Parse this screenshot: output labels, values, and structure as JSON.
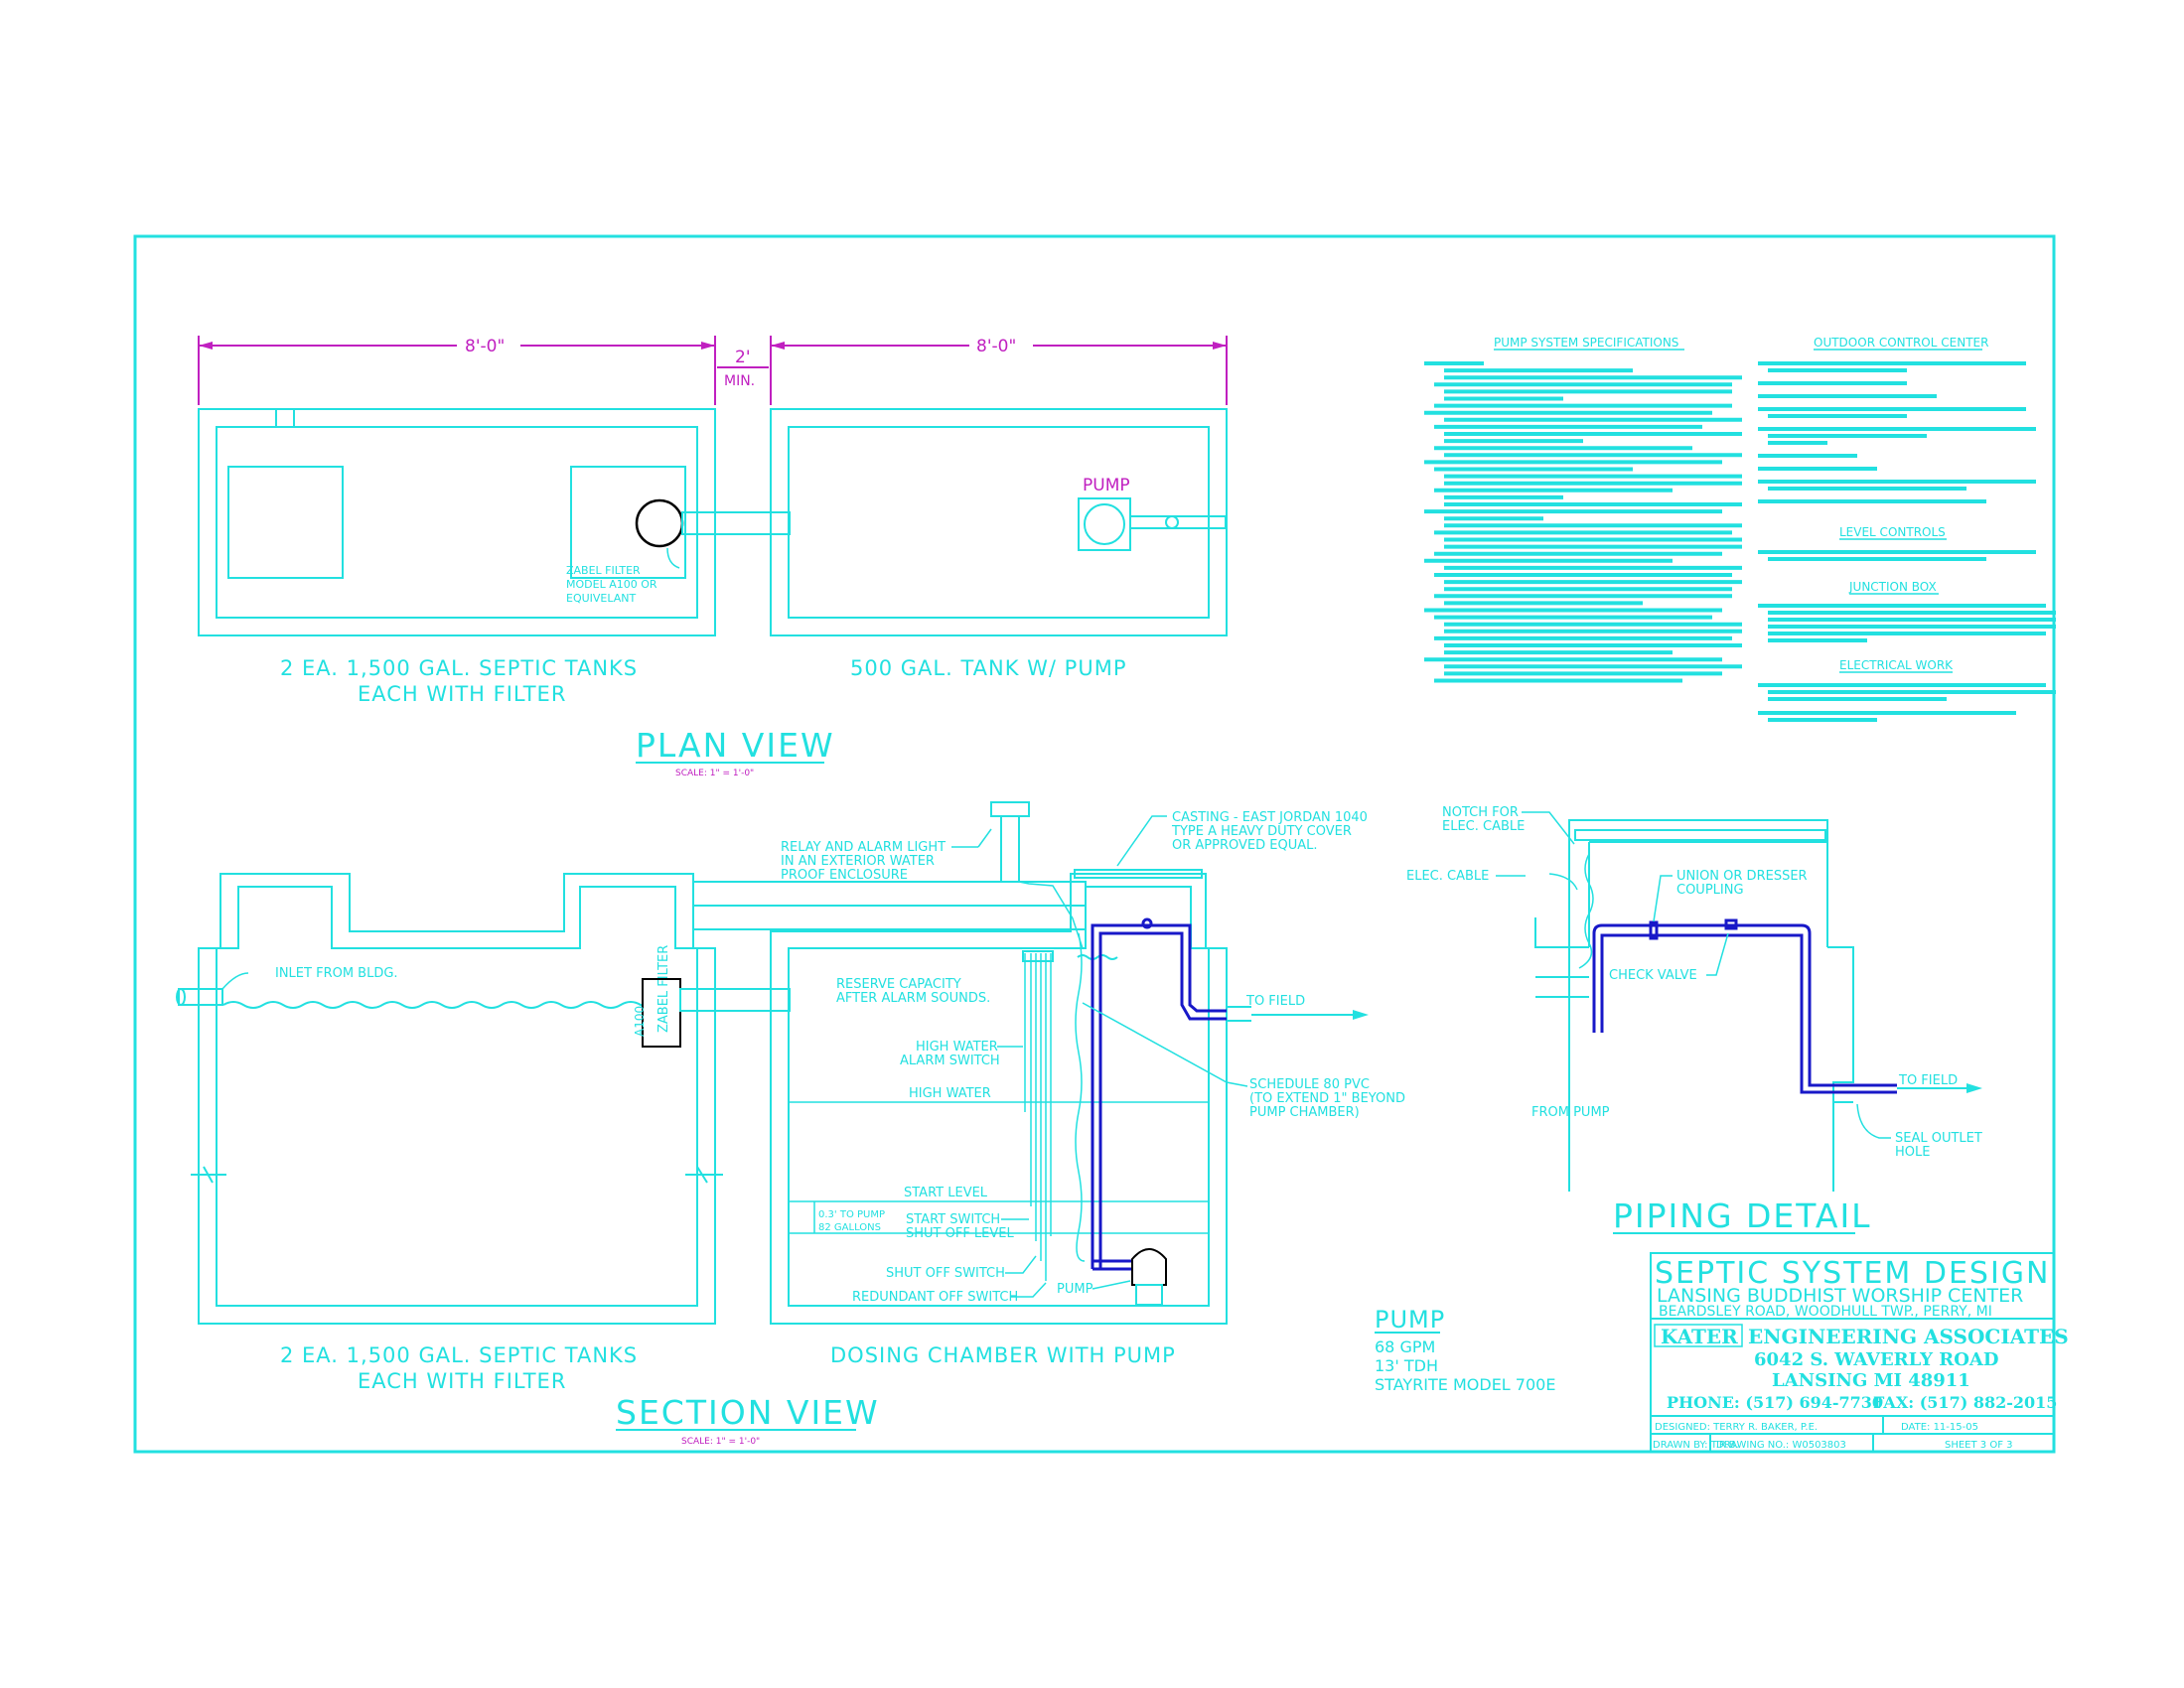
{
  "plan": {
    "dim_left": "8'-0\"",
    "dim_mid_top": "2'",
    "dim_mid_bottom": "MIN.",
    "dim_right": "8'-0\"",
    "pump_label": "PUMP",
    "filter_note": [
      "ZABEL FILTER",
      "MODEL A100 OR",
      "EQUIVELANT"
    ],
    "caption_left": [
      "2 EA. 1,500 GAL. SEPTIC TANKS",
      "EACH WITH FILTER"
    ],
    "caption_right": "500 GAL. TANK W/ PUMP",
    "title": "PLAN  VIEW",
    "scale": "SCALE:   1\" = 1'-0\""
  },
  "section": {
    "relay_note": [
      "RELAY AND ALARM LIGHT",
      "IN AN EXTERIOR WATER",
      "PROOF ENCLOSURE"
    ],
    "casting_note": [
      "CASTING - EAST JORDAN 1040",
      "TYPE A HEAVY DUTY COVER",
      "OR APPROVED EQUAL."
    ],
    "inlet": "INLET FROM BLDG.",
    "filter_vertical": "ZABEL FILTER",
    "filter_model": "A100",
    "reserve": [
      "RESERVE CAPACITY",
      "AFTER ALARM SOUNDS."
    ],
    "to_field": "TO FIELD",
    "high_water_switch": [
      "HIGH WATER",
      "ALARM SWITCH"
    ],
    "high_water": "HIGH WATER",
    "schedule_note": [
      "SCHEDULE 80 PVC",
      "(TO EXTEND 1\" BEYOND",
      "PUMP CHAMBER)"
    ],
    "start_level": "START LEVEL",
    "dose_note": [
      "0.3' TO PUMP",
      "82 GALLONS"
    ],
    "start_switch": [
      "START SWITCH",
      "SHUT OFF LEVEL"
    ],
    "shut_off_switch": "SHUT OFF SWITCH",
    "redundant_switch": "REDUNDANT OFF SWITCH",
    "pump": "PUMP",
    "caption_left": [
      "2 EA. 1,500 GAL. SEPTIC TANKS",
      "EACH WITH FILTER"
    ],
    "caption_right": "DOSING CHAMBER WITH PUMP",
    "title": "SECTION  VIEW",
    "scale": "SCALE:   1\" = 1'-0\""
  },
  "pump_spec": {
    "title": "PUMP",
    "lines": [
      "68 GPM",
      "13' TDH",
      "STAYRITE MODEL 700E"
    ]
  },
  "specifications": {
    "headings": [
      "PUMP SYSTEM SPECIFICATIONS",
      "OUTDOOR CONTROL CENTER",
      "LEVEL CONTROLS",
      "JUNCTION BOX",
      "ELECTRICAL WORK"
    ]
  },
  "piping": {
    "notch": [
      "NOTCH FOR",
      "ELEC. CABLE"
    ],
    "elec_cable": "ELEC. CABLE",
    "union": [
      "UNION OR DRESSER",
      "COUPLING"
    ],
    "check_valve": "CHECK VALVE",
    "to_field": "TO FIELD",
    "from_pump": "FROM PUMP",
    "seal": [
      "SEAL OUTLET",
      "HOLE"
    ],
    "title": "PIPING  DETAIL"
  },
  "title_block": {
    "title": "SEPTIC  SYSTEM  DESIGN",
    "project": "LANSING BUDDHIST WORSHIP CENTER",
    "location": "BEARDSLEY ROAD, WOODHULL TWP., PERRY, MI",
    "firm_logo": "KATER",
    "firm_rest": "ENGINEERING ASSOCIATES",
    "address": "6042 S. WAVERLY ROAD",
    "city": "LANSING MI 48911",
    "phone": "PHONE:  (517) 694-7730",
    "fax": "FAX:  (517) 882-2015",
    "designed": "DESIGNED:   TERRY R. BAKER, P.E.",
    "date": "DATE:    11-15-05",
    "drawn": "DRAWN BY:  T.R.B.",
    "drawing_no": "DRAWING NO.:  W0503803",
    "sheet": "SHEET   3  OF  3"
  },
  "colors": {
    "linework": "#22e0e0",
    "dimensions": "#c020c0",
    "pipe": "#1818c8",
    "background": "#ffffff"
  }
}
